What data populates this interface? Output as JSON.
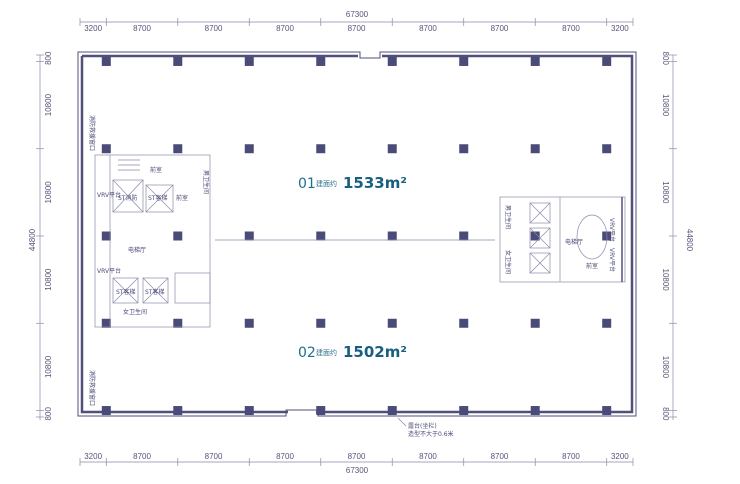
{
  "plan": {
    "total_width": "67300",
    "total_depth": "44800",
    "x_spans": [
      "3200",
      "8700",
      "8700",
      "8700",
      "8700",
      "8700",
      "8700",
      "8700",
      "3200"
    ],
    "y_spans": [
      "800",
      "10800",
      "10800",
      "10800",
      "10800",
      "800"
    ]
  },
  "units": [
    {
      "number": "01",
      "prefix": "建面约",
      "area": "1533m²"
    },
    {
      "number": "02",
      "prefix": "建面约",
      "area": "1502m²"
    }
  ],
  "rooms": {
    "left_facade": "消防救援窗口",
    "left_facade_2": "消防救援窗口",
    "stair_front": "前室",
    "lift_a": "ST消防",
    "lift_b": "ST客梯",
    "front_room": "前室",
    "lobby": "电梯厅",
    "vrv1": "VRV平台",
    "vrv2": "VRV平台",
    "lift_c": "ST客梯",
    "lift_d": "ST客梯",
    "toilet_f": "女卫生间",
    "toilet_m": "男卫生间",
    "right_lobby": "电梯厅",
    "right_front": "前室",
    "right_vrv1": "VRV平台",
    "right_vrv2": "VRV平台",
    "right_toilet_m": "男卫生间",
    "right_toilet_f": "女卫生间"
  },
  "note": {
    "line1": "露台(坐栏)",
    "line2": "造型不大于0.6米"
  },
  "colors": {
    "wall": "#50507a",
    "column": "#4b4b7a",
    "accent": "#1e6f8e"
  }
}
